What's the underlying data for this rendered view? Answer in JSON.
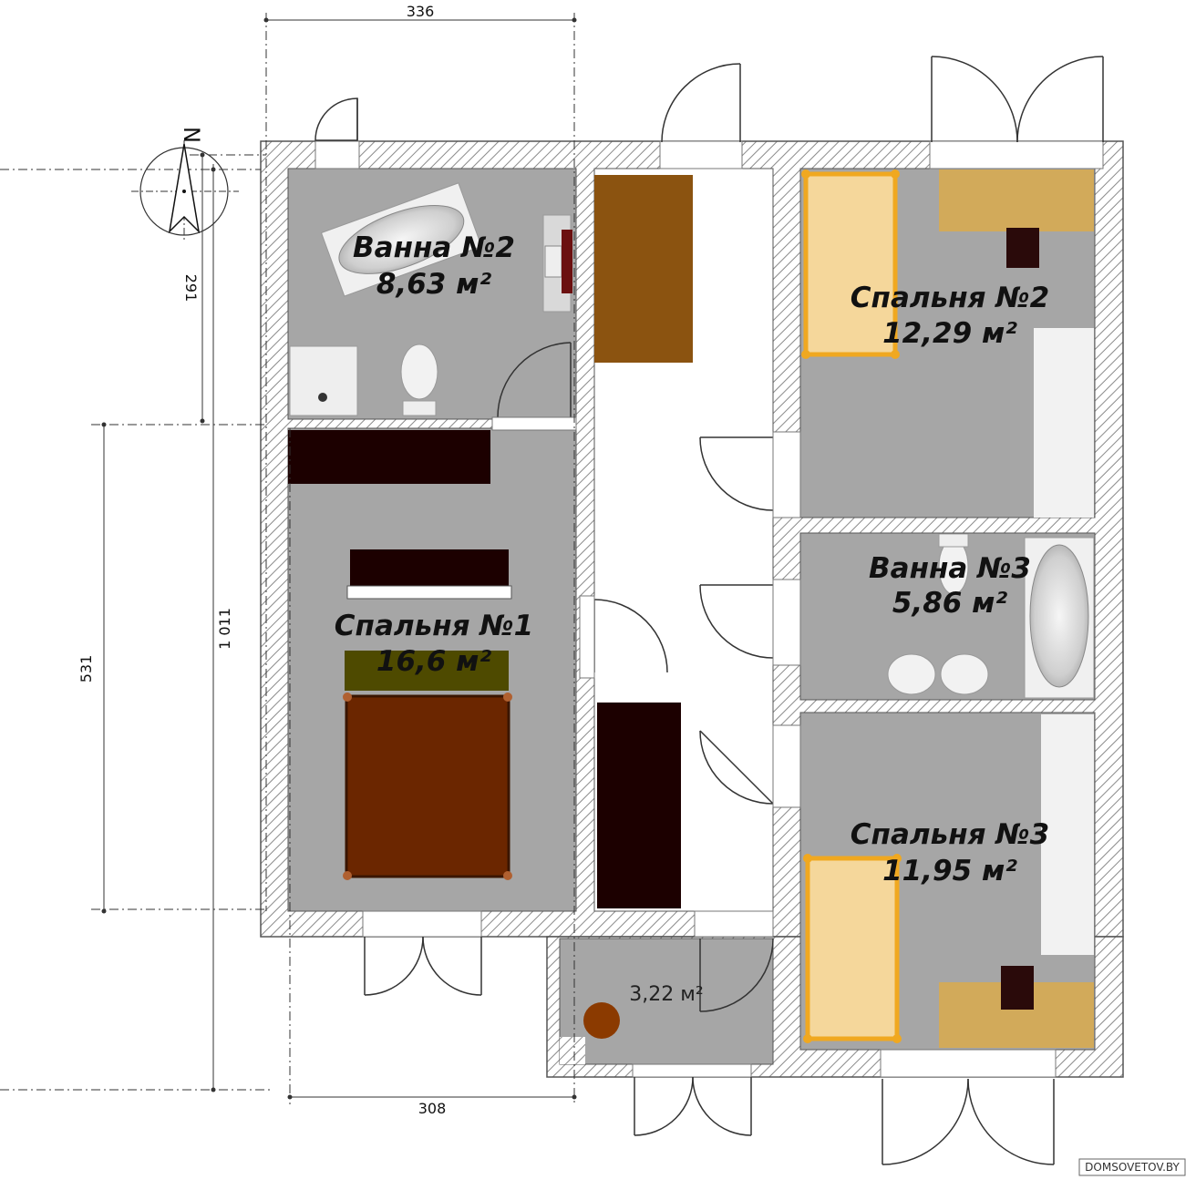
{
  "compass": {
    "north_label": "N"
  },
  "dimensions": {
    "top_width": "336",
    "bottom_width": "308",
    "left_outer": "531",
    "left_middle": "1 011",
    "left_inner": "291"
  },
  "rooms": {
    "bath2": {
      "name": "Ванна №2",
      "area": "8,63 м²"
    },
    "bedroom2": {
      "name": "Спальня №2",
      "area": "12,29 м²"
    },
    "bath3": {
      "name": "Ванна №3",
      "area": "5,86 м²"
    },
    "bedroom1": {
      "name": "Спальня №1",
      "area": "16,6 м²"
    },
    "bedroom3": {
      "name": "Спальня №3",
      "area": "11,95 м²"
    },
    "vestibule": {
      "area": "3,22 м²"
    }
  },
  "watermark": "DOMSOVETOV.BY",
  "colors": {
    "floor": "#a6a6a6",
    "wall": "#ffffff",
    "corridor": "#ffffff",
    "dark_furniture": "#1c0000",
    "brown_furniture": "#8b5310",
    "bed_frame": "#6b2600",
    "bed_light": "#f5d79b",
    "desk": "#d2aa5a"
  }
}
